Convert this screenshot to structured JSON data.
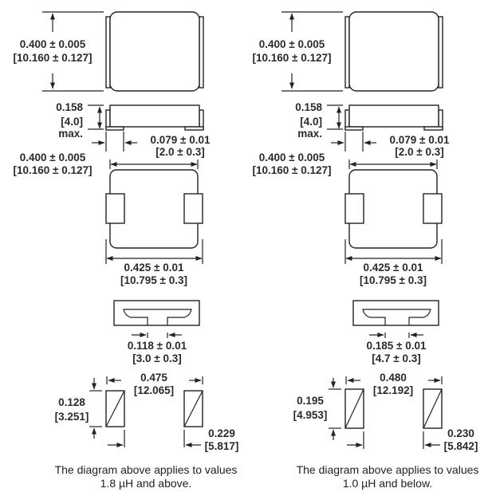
{
  "panels": [
    {
      "id": "large-values",
      "top_height": [
        "0.400 ± 0.005",
        "[10.160 ± 0.127]"
      ],
      "side_height": [
        "0.158",
        "[4.0]",
        "max."
      ],
      "terminal_width": [
        "0.079 ± 0.01",
        "[2.0 ± 0.3]"
      ],
      "bottom_width": [
        "0.400 ± 0.005",
        "[10.160 ± 0.127]"
      ],
      "overall_length": [
        "0.425 ± 0.01",
        "[10.795 ± 0.3]"
      ],
      "center_gap": [
        "0.118 ± 0.01",
        "[3.0 ± 0.3]"
      ],
      "pad_span": [
        "0.475",
        "[12.065]"
      ],
      "pad_height": [
        "0.128",
        "[3.251]"
      ],
      "pad_inner": [
        "0.229",
        "[5.817]"
      ],
      "caption": [
        "The diagram above applies to values",
        "1.8 µH and above."
      ]
    },
    {
      "id": "small-values",
      "top_height": [
        "0.400 ± 0.005",
        "[10.160 ± 0.127]"
      ],
      "side_height": [
        "0.158",
        "[4.0]",
        "max."
      ],
      "terminal_width": [
        "0.079 ± 0.01",
        "[2.0 ± 0.3]"
      ],
      "bottom_width": [
        "0.400 ± 0.005",
        "[10.160 ± 0.127]"
      ],
      "overall_length": [
        "0.425 ± 0.01",
        "[10.795 ± 0.3]"
      ],
      "center_gap": [
        "0.185 ± 0.01",
        "[4.7 ± 0.3]"
      ],
      "pad_span": [
        "0.480",
        "[12.192]"
      ],
      "pad_height": [
        "0.195",
        "[4.953]"
      ],
      "pad_inner": [
        "0.230",
        "[5.842]"
      ],
      "caption": [
        "The diagram above applies to values",
        "1.0 µH and below."
      ]
    }
  ]
}
